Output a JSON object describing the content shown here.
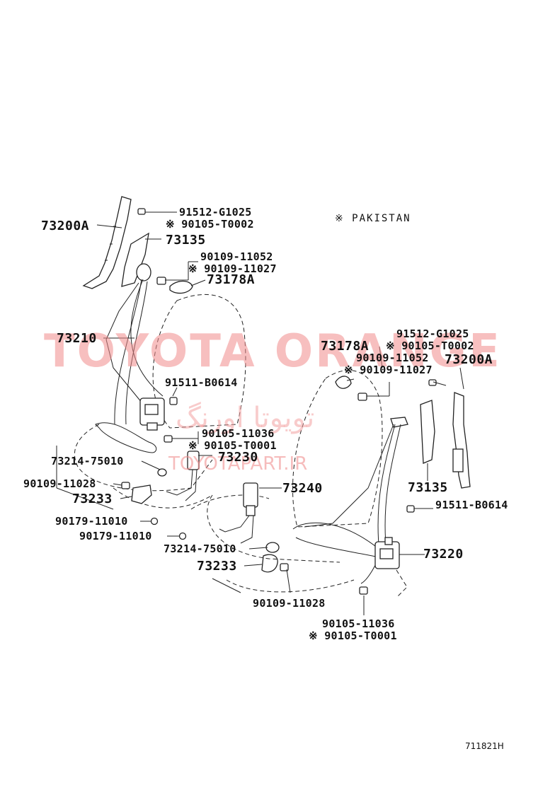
{
  "note": "※ PAKISTAN",
  "diagram_code": "711821H",
  "watermark": {
    "brand": "TOYOTA ORANGE",
    "persian": "تویوتا اورنگ",
    "url": "TOYOTAPART.IR"
  },
  "labels": {
    "l_73200A": "73200A",
    "l_91512": "91512-G1025",
    "l_90105_T0002": "※ 90105-T0002",
    "l_73135": "73135",
    "l_90109_11052": "90109-11052",
    "l_90109_11027": "※ 90109-11027",
    "l_73178A": "73178A",
    "l_73210": "73210",
    "l_91511": "91511-B0614",
    "l_90105_11036": "90105-11036",
    "l_90105_T0001": "※ 90105-T0001",
    "l_73230": "73230",
    "l_73214": "73214-75010",
    "l_90109_11028": "90109-11028",
    "l_73233": "73233",
    "l_90179_a": "90179-11010",
    "l_90179_b": "90179-11010",
    "l_73240": "73240",
    "l_73214_b": "73214-75010",
    "l_73233_b": "73233",
    "l_90109_11028_b": "90109-11028",
    "r_91512": "91512-G1025",
    "r_90105_T0002": "※ 90105-T0002",
    "r_73178A": "73178A",
    "r_90109_11052": "90109-11052",
    "r_90109_11027": "※ 90109-11027",
    "r_73200A": "73200A",
    "r_73135": "73135",
    "r_91511": "91511-B0614",
    "r_73220": "73220",
    "r_90105_11036": "90105-11036",
    "r_90105_T0001": "※ 90105-T0001"
  }
}
